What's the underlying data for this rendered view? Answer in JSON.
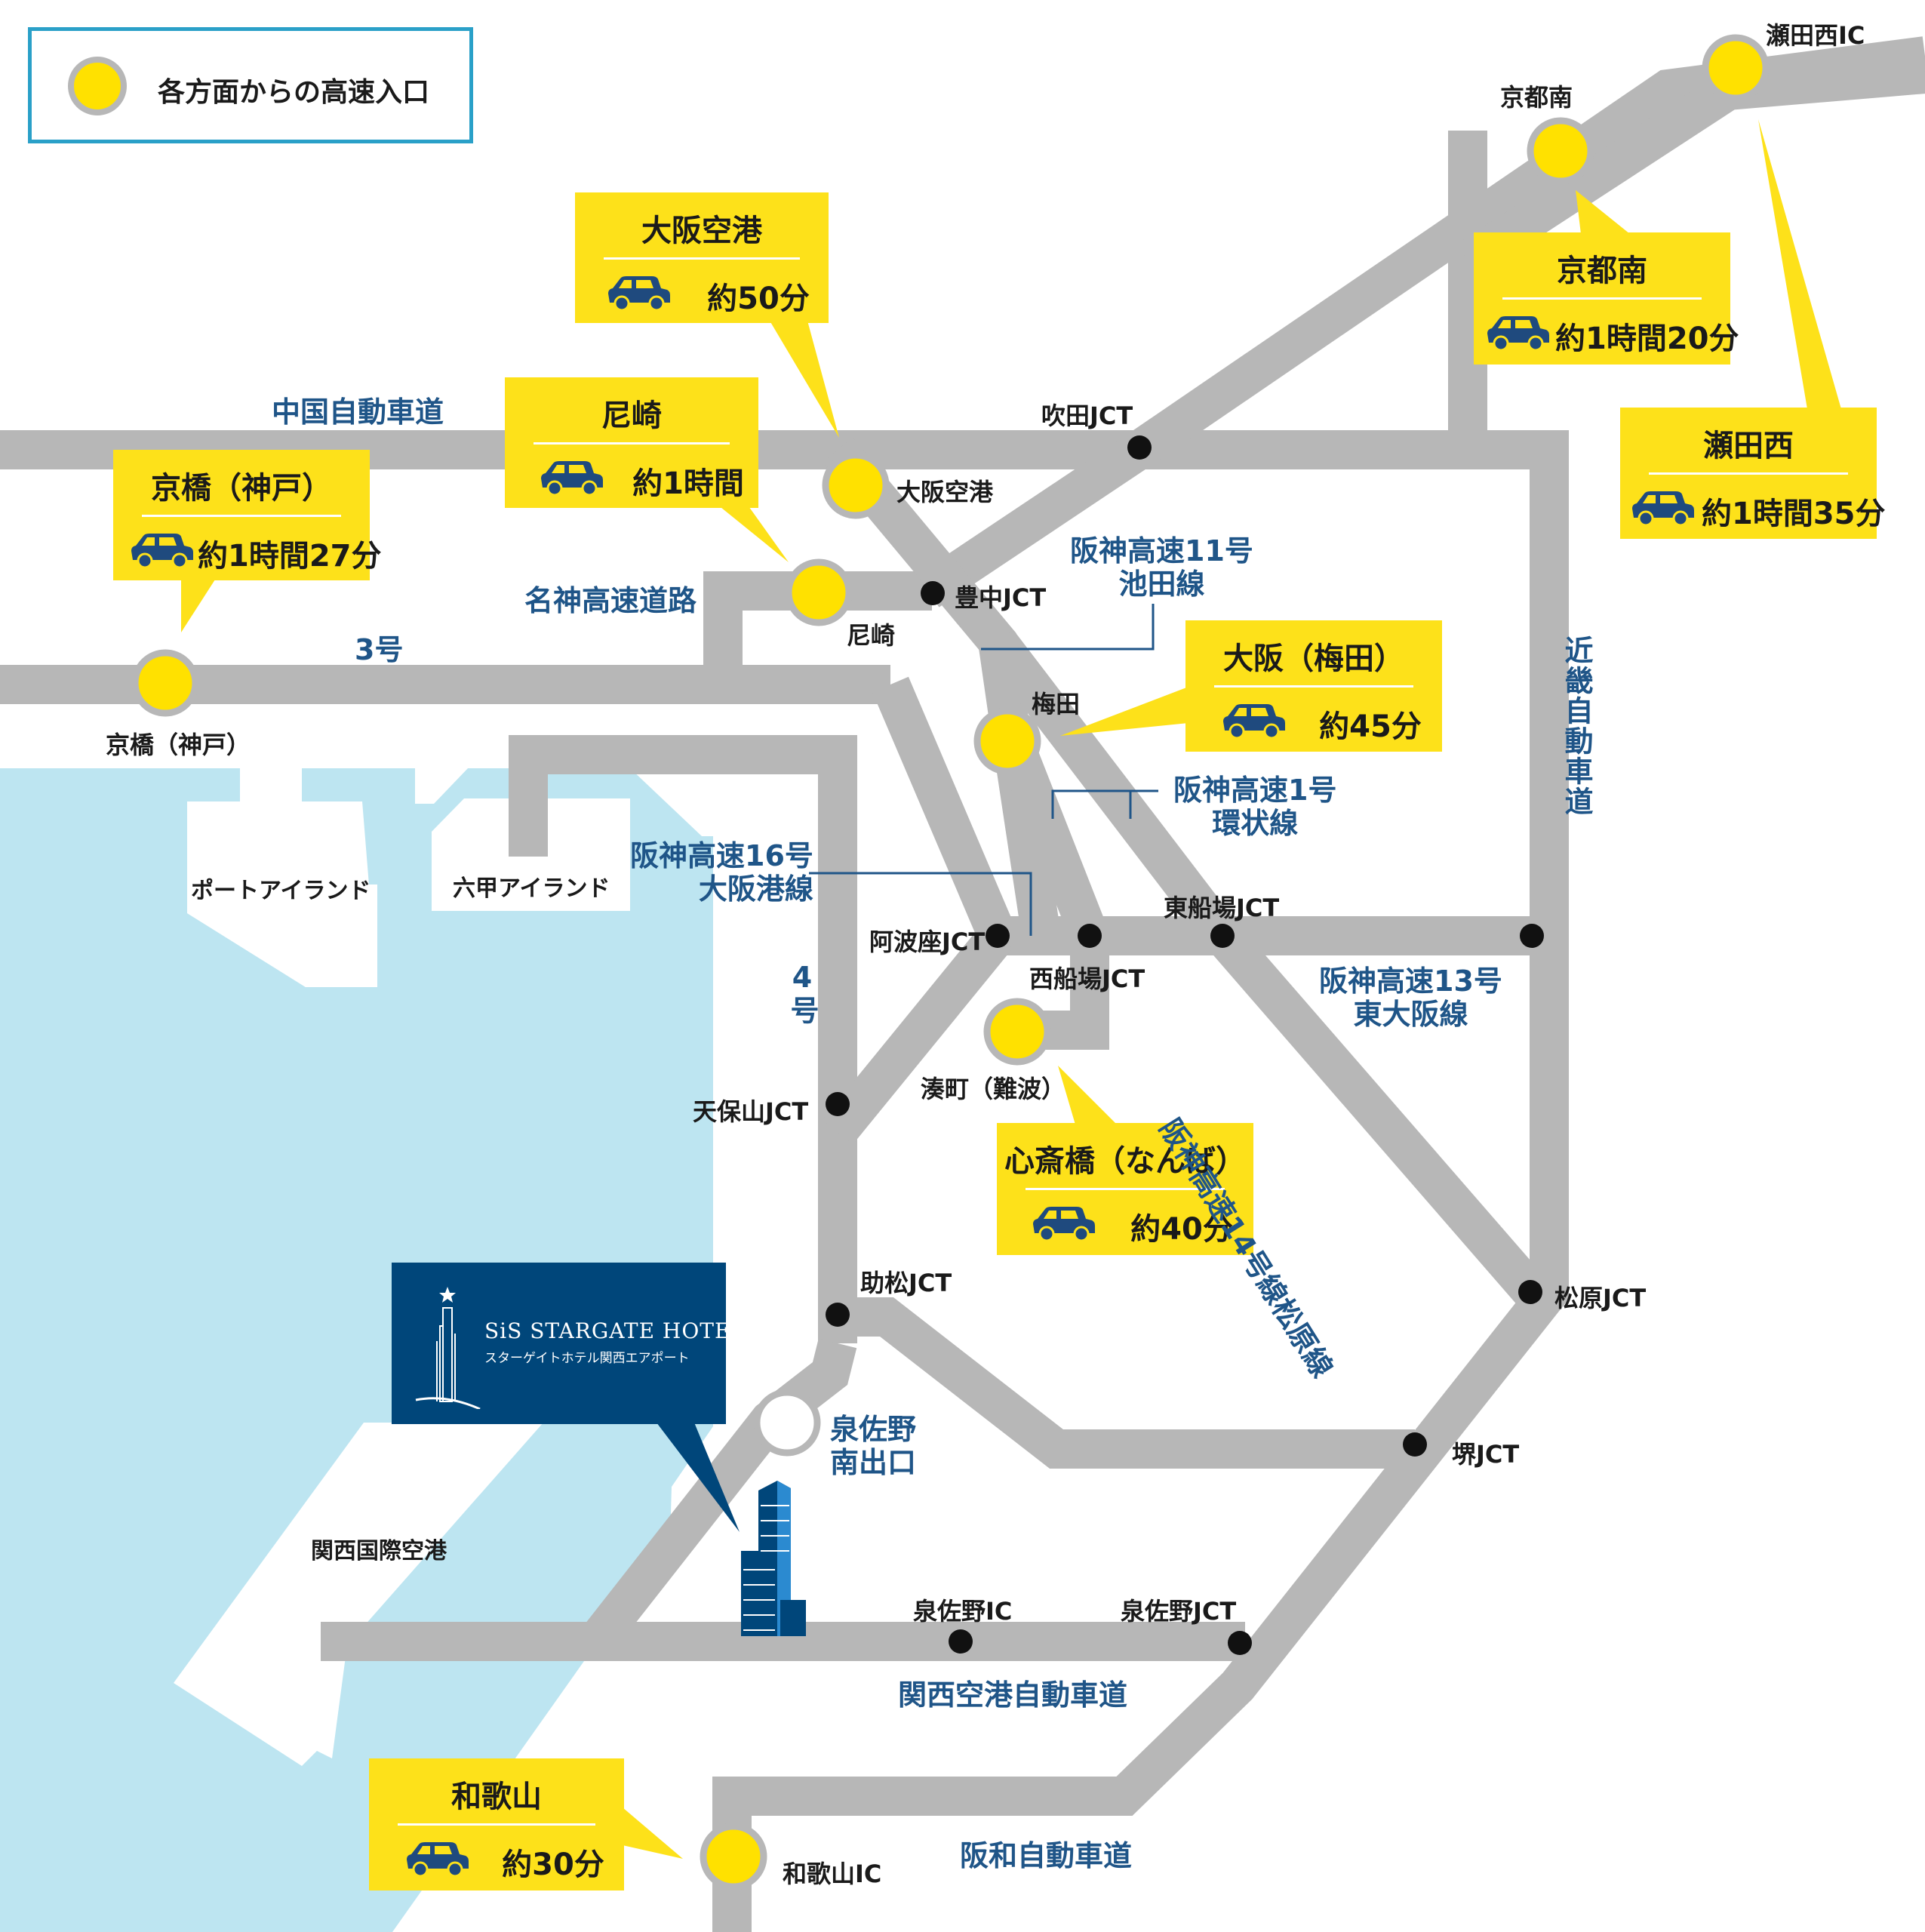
{
  "legend": {
    "label": "各方面からの高速入口"
  },
  "callouts": [
    {
      "id": "osaka-airport",
      "title": "大阪空港",
      "time": "約50分",
      "icon": "car-icon"
    },
    {
      "id": "amagasaki",
      "title": "尼崎",
      "time": "約1時間",
      "icon": "car-icon"
    },
    {
      "id": "kyobashi-kobe",
      "title": "京橋（神戸）",
      "time": "約1時間27分",
      "icon": "car-icon"
    },
    {
      "id": "kyoto-minami",
      "title": "京都南",
      "time": "約1時間20分",
      "icon": "car-icon"
    },
    {
      "id": "seta-nishi",
      "title": "瀬田西",
      "time": "約1時間35分",
      "icon": "car-icon"
    },
    {
      "id": "osaka-umeda",
      "title": "大阪（梅田）",
      "time": "約45分",
      "icon": "car-icon"
    },
    {
      "id": "shinsaibashi",
      "title": "心斎橋（なんば）",
      "time": "約40分",
      "icon": "car-icon"
    },
    {
      "id": "wakayama",
      "title": "和歌山",
      "time": "約30分",
      "icon": "car-icon"
    }
  ],
  "entrances": [
    "瀬田西IC",
    "京都南",
    "大阪空港",
    "尼崎",
    "京橋（神戸）",
    "梅田",
    "湊町（難波）",
    "和歌山IC"
  ],
  "junctions": [
    "吹田JCT",
    "豊中JCT",
    "阿波座JCT",
    "西船場JCT",
    "東船場JCT",
    "天保山JCT",
    "助松JCT",
    "松原JCT",
    "堺JCT",
    "泉佐野IC",
    "泉佐野JCT"
  ],
  "roads": {
    "chugoku": "中国自動車道",
    "meishin": "名神高速道路",
    "route3": "3号",
    "route4": "4号",
    "ikeda": "阪神高速11号\n池田線",
    "kanjo": "阪神高速1号\n環状線",
    "osakako": "阪神高速16号\n大阪港線",
    "higashiosaka": "阪神高速13号\n東大阪線",
    "matsubara": "阪神高速14号線松原線",
    "kinki": "近畿自動車道",
    "kanku": "関西空港自動車道",
    "hanwa": "阪和自動車道"
  },
  "exit": {
    "label": "泉佐野\n南出口"
  },
  "areas": {
    "port_island": "ポートアイランド",
    "rokko_island": "六甲アイランド",
    "kix": "関西国際空港"
  },
  "hotel": {
    "name": "SiS STARGATE HOTEL",
    "subtitle": "スターゲイトホテル関西エアポート"
  },
  "colors": {
    "road": "#b7b7b7",
    "sea": "#bde5f1",
    "callout": "#fde11a",
    "entrance": "#ffe100",
    "road_label": "#1f5588",
    "hotel": "#00467a",
    "legend_border": "#2aa0c8"
  }
}
